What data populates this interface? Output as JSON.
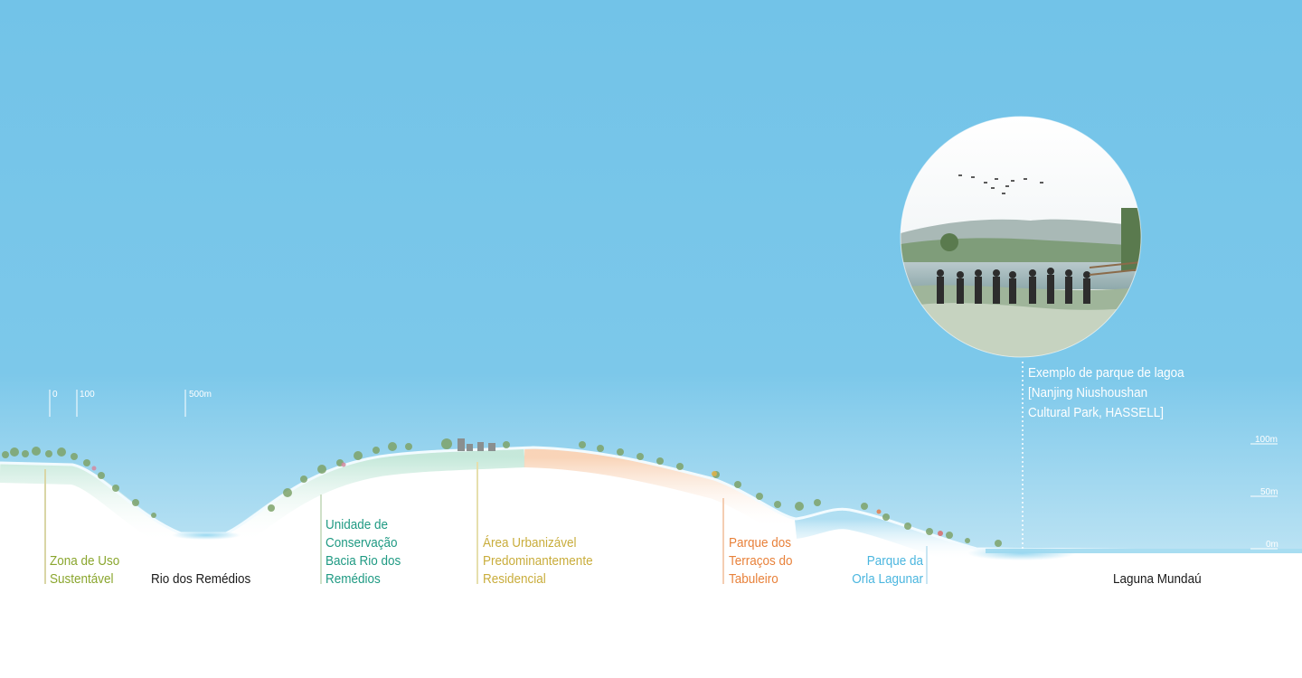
{
  "scale_bar": {
    "labels": [
      "0",
      "100",
      "500m"
    ]
  },
  "elevation_scale": {
    "labels": [
      "100m",
      "50m",
      "0m"
    ]
  },
  "zones": [
    {
      "lines": [
        "Zona de Uso",
        "Sustentável"
      ],
      "color": "#8aa62e"
    },
    {
      "lines": [
        "Rio dos Remédios"
      ],
      "color": "#1a1a1a"
    },
    {
      "lines": [
        "Unidade de",
        "Conservação",
        "Bacia Rio dos",
        "Remédios"
      ],
      "color": "#1f9a83"
    },
    {
      "lines": [
        "Área Urbanizável",
        "Predominantemente",
        "Residencial"
      ],
      "color": "#c9ad3c"
    },
    {
      "lines": [
        "Parque dos",
        "Terraços do",
        "Tabuleiro"
      ],
      "color": "#e8813a"
    },
    {
      "lines": [
        "Parque da",
        "Orla Lagunar"
      ],
      "color": "#4bb6df"
    },
    {
      "lines": [
        "Laguna Mundaú"
      ],
      "color": "#1a1a1a"
    }
  ],
  "photo": {
    "caption_lines": [
      "Exemplo de parque de lagoa",
      "[Nanjing Niushoushan",
      "Cultural Park, HASSELL]"
    ]
  },
  "colors": {
    "sky": "#74c4e8",
    "ground": "#ffffff",
    "lagoon": "#a8ddf1"
  }
}
